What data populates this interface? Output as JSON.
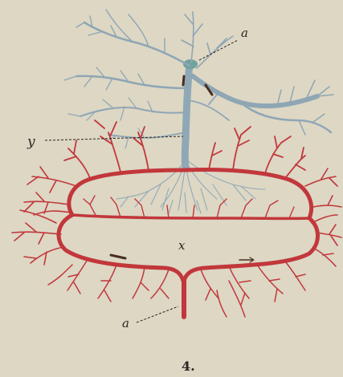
{
  "figure": {
    "number": "4.",
    "labels": {
      "a_top": "a",
      "y": "y",
      "x": "x",
      "a_bottom": "a"
    },
    "colors": {
      "paper": "#ddd7c4",
      "vein": "#8fa6b4",
      "vein_dark": "#6f8f9d",
      "artery": "#c2373b",
      "label_ink": "#2b2622",
      "arrow_ink": "#4a2e22"
    }
  }
}
